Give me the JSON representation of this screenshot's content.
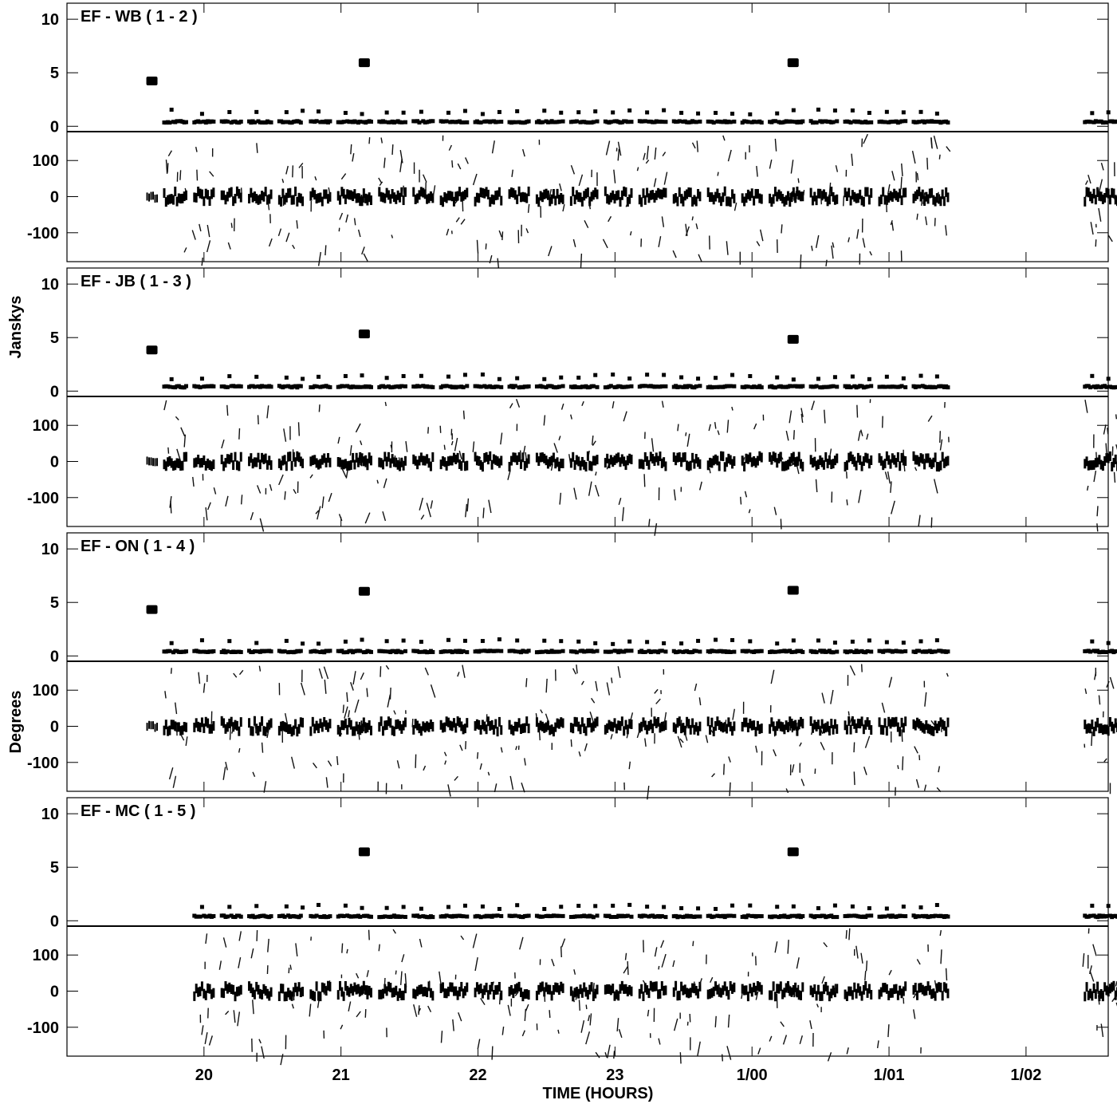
{
  "chart_data": {
    "type": "scatter",
    "xlabel": "TIME (HOURS)",
    "ylabels": [
      "Janskys",
      "Degrees"
    ],
    "x_ticks": [
      "20",
      "21",
      "22",
      "23",
      "1/00",
      "1/01",
      "1/02"
    ],
    "amp_ticks": [
      "0",
      "5",
      "10"
    ],
    "phase_ticks": [
      "100",
      "0",
      "-100"
    ],
    "amp_ylim": [
      -0.5,
      11.5
    ],
    "phase_ylim": [
      -180,
      180
    ],
    "xlim_hours": [
      19.0,
      26.6
    ],
    "scan_starts_hours": [
      19.68,
      19.9,
      20.1,
      20.3,
      20.52,
      20.75,
      20.95,
      21.25,
      21.5,
      21.7,
      21.95,
      22.2,
      22.4,
      22.65,
      22.9,
      23.15,
      23.4,
      23.65,
      23.9,
      24.1,
      24.4,
      24.65,
      24.9,
      25.15,
      26.4
    ],
    "panels": [
      {
        "title": "EF - WB ( 1 - 2 )",
        "calibrator_amps": [
          {
            "hour": 19.62,
            "jy": 4.2
          },
          {
            "hour": 21.17,
            "jy": 5.9
          },
          {
            "hour": 24.3,
            "jy": 5.9
          }
        ],
        "target_amp_jy": 0.3
      },
      {
        "title": "EF - JB ( 1 - 3 )",
        "calibrator_amps": [
          {
            "hour": 19.62,
            "jy": 3.8
          },
          {
            "hour": 21.17,
            "jy": 5.3
          },
          {
            "hour": 24.3,
            "jy": 4.8
          }
        ],
        "target_amp_jy": 0.3
      },
      {
        "title": "EF - ON ( 1 - 4 )",
        "calibrator_amps": [
          {
            "hour": 19.62,
            "jy": 4.3
          },
          {
            "hour": 21.17,
            "jy": 6.0
          },
          {
            "hour": 24.3,
            "jy": 6.1
          }
        ],
        "target_amp_jy": 0.3
      },
      {
        "title": "EF - MC ( 1 - 5 )",
        "calibrator_amps": [
          {
            "hour": 21.17,
            "jy": 6.4
          },
          {
            "hour": 24.3,
            "jy": 6.4
          }
        ],
        "target_amp_jy": 0.3
      }
    ]
  }
}
